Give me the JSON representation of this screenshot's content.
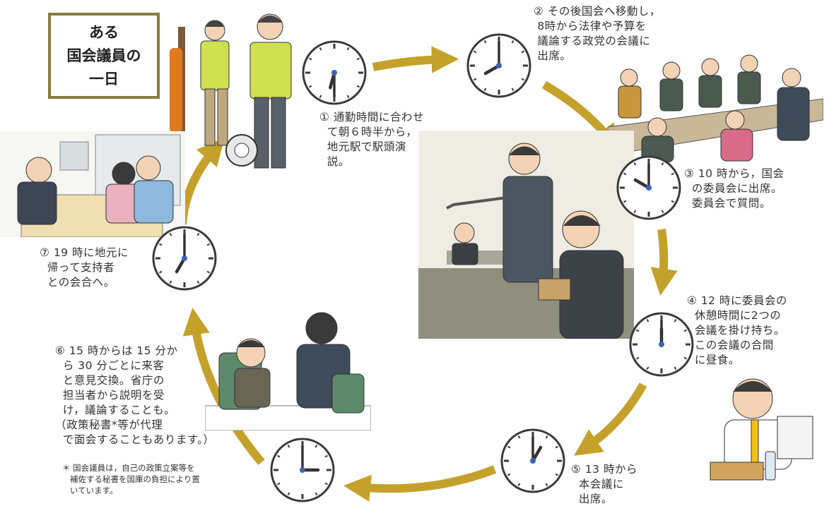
{
  "title": {
    "line1": "ある",
    "line2": "国会議員の",
    "line3": "一日"
  },
  "steps": [
    {
      "text": "① 通勤時間に合わせ\n  て朝６時半から，\n  地元駅で駅頭演\n  説。"
    },
    {
      "text": "② その後国会へ移動し，\n 8時から法律や予算を\n 議論する政党の会議に\n 出席。"
    },
    {
      "text": "③ 10 時から，国会\n  の委員会に出席。\n  委員会で質問。"
    },
    {
      "text": "④ 12 時に委員会の\n  休憩時間に2つの\n  会議を掛け持ち。\n  この会議の合間\n  に昼食。"
    },
    {
      "text": "⑤ 13 時から\n  本会議に\n  出席。"
    },
    {
      "text": "⑥ 15 時からは 15 分か\n  ら 30 分ごとに来客\n  と意見交換。省庁の\n  担当者から説明を受\n  け，議論することも。\n（政策秘書*等が代理\n  で面会することもあります。）"
    },
    {
      "text": "⑦ 19 時に地元に\n  帰って支持者\n  との会合へ。"
    }
  ],
  "footnote": "＊ 国会議員は，自己の政策立案等を\n   補佐する秘書を国庫の負担により置\n   いています。",
  "clocks": [
    {
      "id": "clock-0630",
      "time": "6:30"
    },
    {
      "id": "clock-0800",
      "time": "8:00"
    },
    {
      "id": "clock-1000",
      "time": "10:00"
    },
    {
      "id": "clock-1200",
      "time": "12:00"
    },
    {
      "id": "clock-1300",
      "time": "13:00"
    },
    {
      "id": "clock-1500",
      "time": "15:00"
    },
    {
      "id": "clock-1900",
      "time": "19:00"
    }
  ],
  "colors": {
    "arrow": "#c4a12a",
    "frame": "#8a7a3c",
    "clock_face": "#ffffff",
    "clock_rim": "#3a3a3a",
    "hand": "#333333",
    "center": "#3b64b5",
    "second_hand": "#d4a020"
  }
}
